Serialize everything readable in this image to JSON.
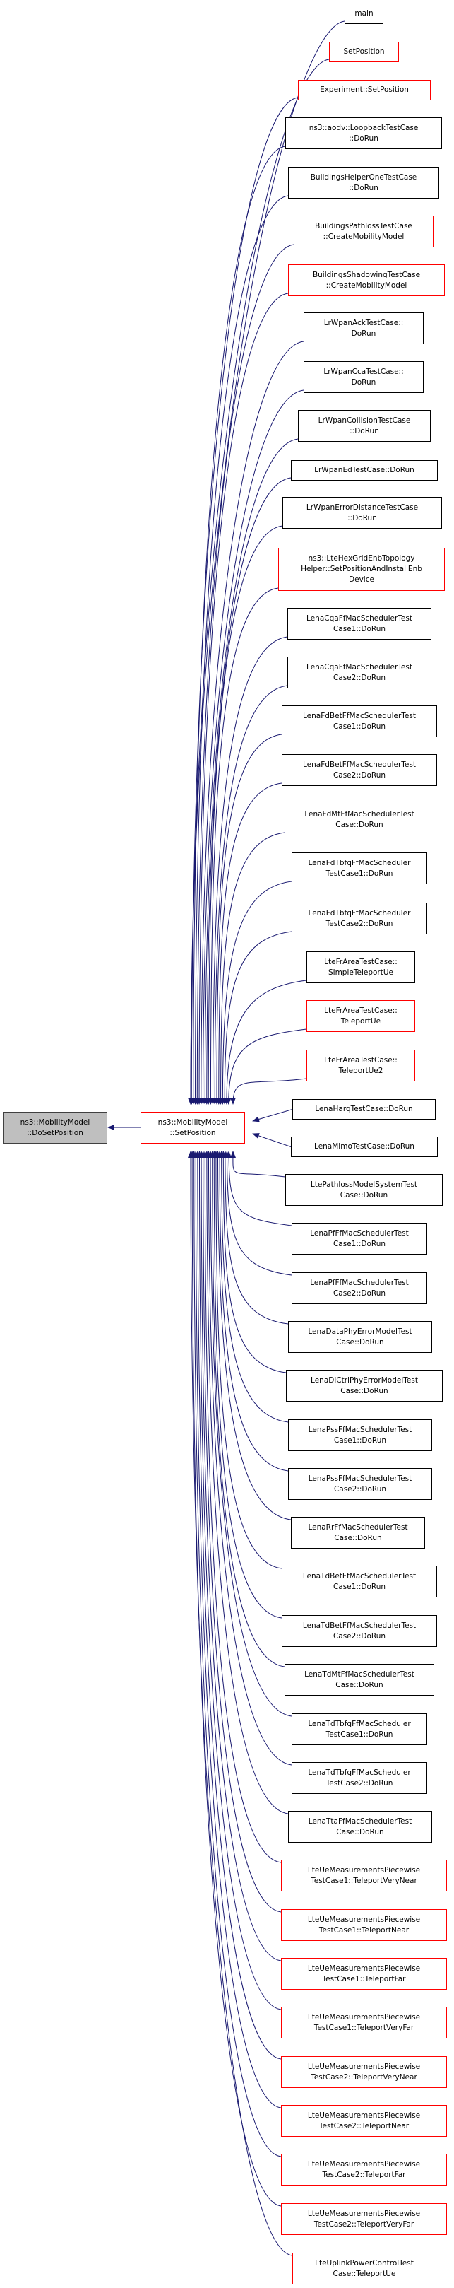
{
  "graph": {
    "type": "caller-graph",
    "edge_color": "#191970",
    "focus_node": {
      "id": "doset",
      "lines": [
        "ns3::MobilityModel",
        "::DoSetPosition"
      ],
      "style": "focus"
    },
    "hub_node": {
      "id": "setpos",
      "lines": [
        "ns3::MobilityModel",
        "::SetPosition"
      ],
      "style": "red"
    },
    "callers": [
      {
        "id": "c0",
        "lines": [
          "main"
        ],
        "style": "black"
      },
      {
        "id": "c1",
        "lines": [
          "SetPosition"
        ],
        "style": "red"
      },
      {
        "id": "c2",
        "lines": [
          "Experiment::SetPosition"
        ],
        "style": "red"
      },
      {
        "id": "c3",
        "lines": [
          "ns3::aodv::LoopbackTestCase",
          "::DoRun"
        ],
        "style": "black"
      },
      {
        "id": "c4",
        "lines": [
          "BuildingsHelperOneTestCase",
          "::DoRun"
        ],
        "style": "black"
      },
      {
        "id": "c5",
        "lines": [
          "BuildingsPathlossTestCase",
          "::CreateMobilityModel"
        ],
        "style": "red"
      },
      {
        "id": "c6",
        "lines": [
          "BuildingsShadowingTestCase",
          "::CreateMobilityModel"
        ],
        "style": "red"
      },
      {
        "id": "c7",
        "lines": [
          "LrWpanAckTestCase::",
          "DoRun"
        ],
        "style": "black"
      },
      {
        "id": "c8",
        "lines": [
          "LrWpanCcaTestCase::",
          "DoRun"
        ],
        "style": "black"
      },
      {
        "id": "c9",
        "lines": [
          "LrWpanCollisionTestCase",
          "::DoRun"
        ],
        "style": "black"
      },
      {
        "id": "c10",
        "lines": [
          "LrWpanEdTestCase::DoRun"
        ],
        "style": "black"
      },
      {
        "id": "c11",
        "lines": [
          "LrWpanErrorDistanceTestCase",
          "::DoRun"
        ],
        "style": "black"
      },
      {
        "id": "c12",
        "lines": [
          "ns3::LteHexGridEnbTopology",
          "Helper::SetPositionAndInstallEnb",
          "Device"
        ],
        "style": "red"
      },
      {
        "id": "c13",
        "lines": [
          "LenaCqaFfMacSchedulerTest",
          "Case1::DoRun"
        ],
        "style": "black"
      },
      {
        "id": "c14",
        "lines": [
          "LenaCqaFfMacSchedulerTest",
          "Case2::DoRun"
        ],
        "style": "black"
      },
      {
        "id": "c15",
        "lines": [
          "LenaFdBetFfMacSchedulerTest",
          "Case1::DoRun"
        ],
        "style": "black"
      },
      {
        "id": "c16",
        "lines": [
          "LenaFdBetFfMacSchedulerTest",
          "Case2::DoRun"
        ],
        "style": "black"
      },
      {
        "id": "c17",
        "lines": [
          "LenaFdMtFfMacSchedulerTest",
          "Case::DoRun"
        ],
        "style": "black"
      },
      {
        "id": "c18",
        "lines": [
          "LenaFdTbfqFfMacScheduler",
          "TestCase1::DoRun"
        ],
        "style": "black"
      },
      {
        "id": "c19",
        "lines": [
          "LenaFdTbfqFfMacScheduler",
          "TestCase2::DoRun"
        ],
        "style": "black"
      },
      {
        "id": "c20",
        "lines": [
          "LteFrAreaTestCase::",
          "SimpleTeleportUe"
        ],
        "style": "black"
      },
      {
        "id": "c21",
        "lines": [
          "LteFrAreaTestCase::",
          "TeleportUe"
        ],
        "style": "red"
      },
      {
        "id": "c22",
        "lines": [
          "LteFrAreaTestCase::",
          "TeleportUe2"
        ],
        "style": "red"
      },
      {
        "id": "c23",
        "lines": [
          "LenaHarqTestCase::DoRun"
        ],
        "style": "black"
      },
      {
        "id": "c24",
        "lines": [
          "LenaMimoTestCase::DoRun"
        ],
        "style": "black"
      },
      {
        "id": "c25",
        "lines": [
          "LtePathlossModelSystemTest",
          "Case::DoRun"
        ],
        "style": "black"
      },
      {
        "id": "c26",
        "lines": [
          "LenaPfFfMacSchedulerTest",
          "Case1::DoRun"
        ],
        "style": "black"
      },
      {
        "id": "c27",
        "lines": [
          "LenaPfFfMacSchedulerTest",
          "Case2::DoRun"
        ],
        "style": "black"
      },
      {
        "id": "c28",
        "lines": [
          "LenaDataPhyErrorModelTest",
          "Case::DoRun"
        ],
        "style": "black"
      },
      {
        "id": "c29",
        "lines": [
          "LenaDlCtrlPhyErrorModelTest",
          "Case::DoRun"
        ],
        "style": "black"
      },
      {
        "id": "c30",
        "lines": [
          "LenaPssFfMacSchedulerTest",
          "Case1::DoRun"
        ],
        "style": "black"
      },
      {
        "id": "c31",
        "lines": [
          "LenaPssFfMacSchedulerTest",
          "Case2::DoRun"
        ],
        "style": "black"
      },
      {
        "id": "c32",
        "lines": [
          "LenaRrFfMacSchedulerTest",
          "Case::DoRun"
        ],
        "style": "black"
      },
      {
        "id": "c33",
        "lines": [
          "LenaTdBetFfMacSchedulerTest",
          "Case1::DoRun"
        ],
        "style": "black"
      },
      {
        "id": "c34",
        "lines": [
          "LenaTdBetFfMacSchedulerTest",
          "Case2::DoRun"
        ],
        "style": "black"
      },
      {
        "id": "c35",
        "lines": [
          "LenaTdMtFfMacSchedulerTest",
          "Case::DoRun"
        ],
        "style": "black"
      },
      {
        "id": "c36",
        "lines": [
          "LenaTdTbfqFfMacScheduler",
          "TestCase1::DoRun"
        ],
        "style": "black"
      },
      {
        "id": "c37",
        "lines": [
          "LenaTdTbfqFfMacScheduler",
          "TestCase2::DoRun"
        ],
        "style": "black"
      },
      {
        "id": "c38",
        "lines": [
          "LenaTtaFfMacSchedulerTest",
          "Case::DoRun"
        ],
        "style": "black"
      },
      {
        "id": "c39",
        "lines": [
          "LteUeMeasurementsPiecewise",
          "TestCase1::TeleportVeryNear"
        ],
        "style": "red"
      },
      {
        "id": "c40",
        "lines": [
          "LteUeMeasurementsPiecewise",
          "TestCase1::TeleportNear"
        ],
        "style": "red"
      },
      {
        "id": "c41",
        "lines": [
          "LteUeMeasurementsPiecewise",
          "TestCase1::TeleportFar"
        ],
        "style": "red"
      },
      {
        "id": "c42",
        "lines": [
          "LteUeMeasurementsPiecewise",
          "TestCase1::TeleportVeryFar"
        ],
        "style": "red"
      },
      {
        "id": "c43",
        "lines": [
          "LteUeMeasurementsPiecewise",
          "TestCase2::TeleportVeryNear"
        ],
        "style": "red"
      },
      {
        "id": "c44",
        "lines": [
          "LteUeMeasurementsPiecewise",
          "TestCase2::TeleportNear"
        ],
        "style": "red"
      },
      {
        "id": "c45",
        "lines": [
          "LteUeMeasurementsPiecewise",
          "TestCase2::TeleportFar"
        ],
        "style": "red"
      },
      {
        "id": "c46",
        "lines": [
          "LteUeMeasurementsPiecewise",
          "TestCase2::TeleportVeryFar"
        ],
        "style": "red"
      },
      {
        "id": "c47",
        "lines": [
          "LteUplinkPowerControlTest",
          "Case::TeleportUe"
        ],
        "style": "red"
      }
    ]
  }
}
